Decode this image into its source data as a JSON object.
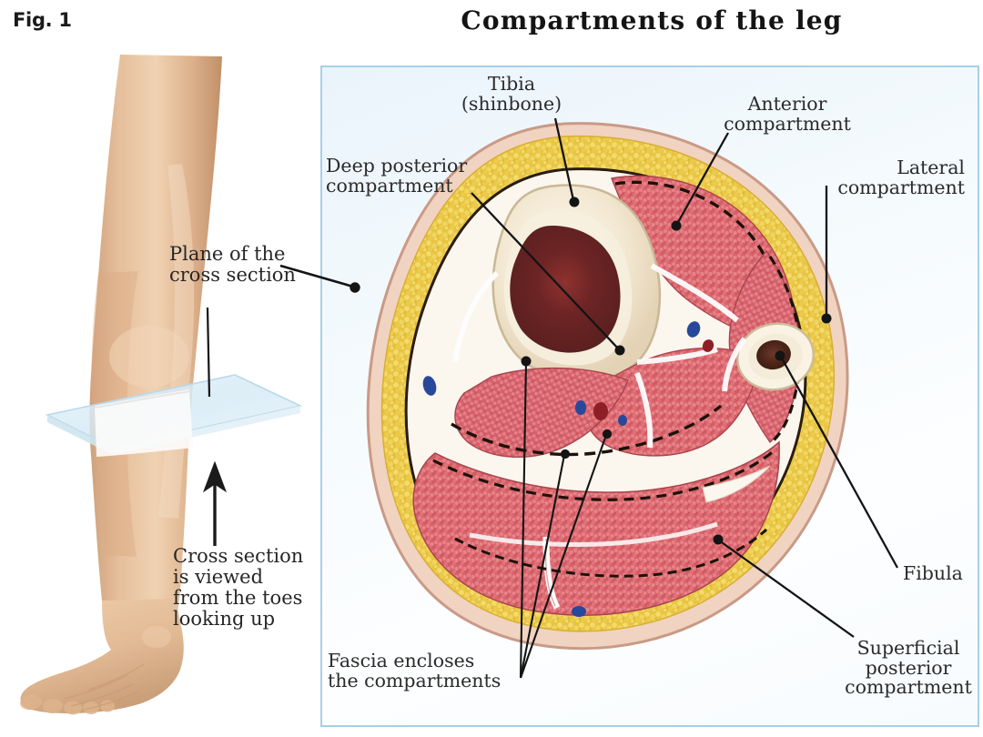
{
  "figure": {
    "number_label": "Fig. 1",
    "title": "Compartments of the leg"
  },
  "left_illustration": {
    "name": "leg-with-cutting-plane",
    "annotations": {
      "plane_label": "Plane of the\ncross section",
      "viewing_direction_label": "Cross section\nis viewed\nfrom the toes\nlooking up",
      "arrow_icon": "up-arrow-icon"
    }
  },
  "cross_section": {
    "labels": {
      "tibia": "Tibia\n(shinbone)",
      "deep_posterior": "Deep posterior\ncompartment",
      "anterior": "Anterior\ncompartment",
      "lateral": "Lateral\ncompartment",
      "fibula": "Fibula",
      "superficial_posterior": "Superficial\nposterior\ncompartment",
      "fascia": "Fascia encloses\nthe compartments"
    },
    "structures": [
      "skin",
      "subcutaneous-fat",
      "tibia-bone",
      "fibula-bone",
      "anterior-compartment-muscle",
      "lateral-compartment-muscle",
      "deep-posterior-compartment-muscle",
      "superficial-posterior-compartment-muscle",
      "fascia-septa",
      "veins",
      "arteries"
    ]
  },
  "colors": {
    "panel_background": "#f2f9fd",
    "panel_border": "#a9cfe6",
    "skin": "#e8c3a6",
    "fat": "#e8c64a",
    "muscle": "#d9636a",
    "bone": "#f3ead7",
    "marrow": "#6b2526",
    "fascia": "#1c1208",
    "vein": "#2b4fa0",
    "artery": "#9c2128",
    "text": "#2b2b2b",
    "plane": "#d8ecf6"
  }
}
